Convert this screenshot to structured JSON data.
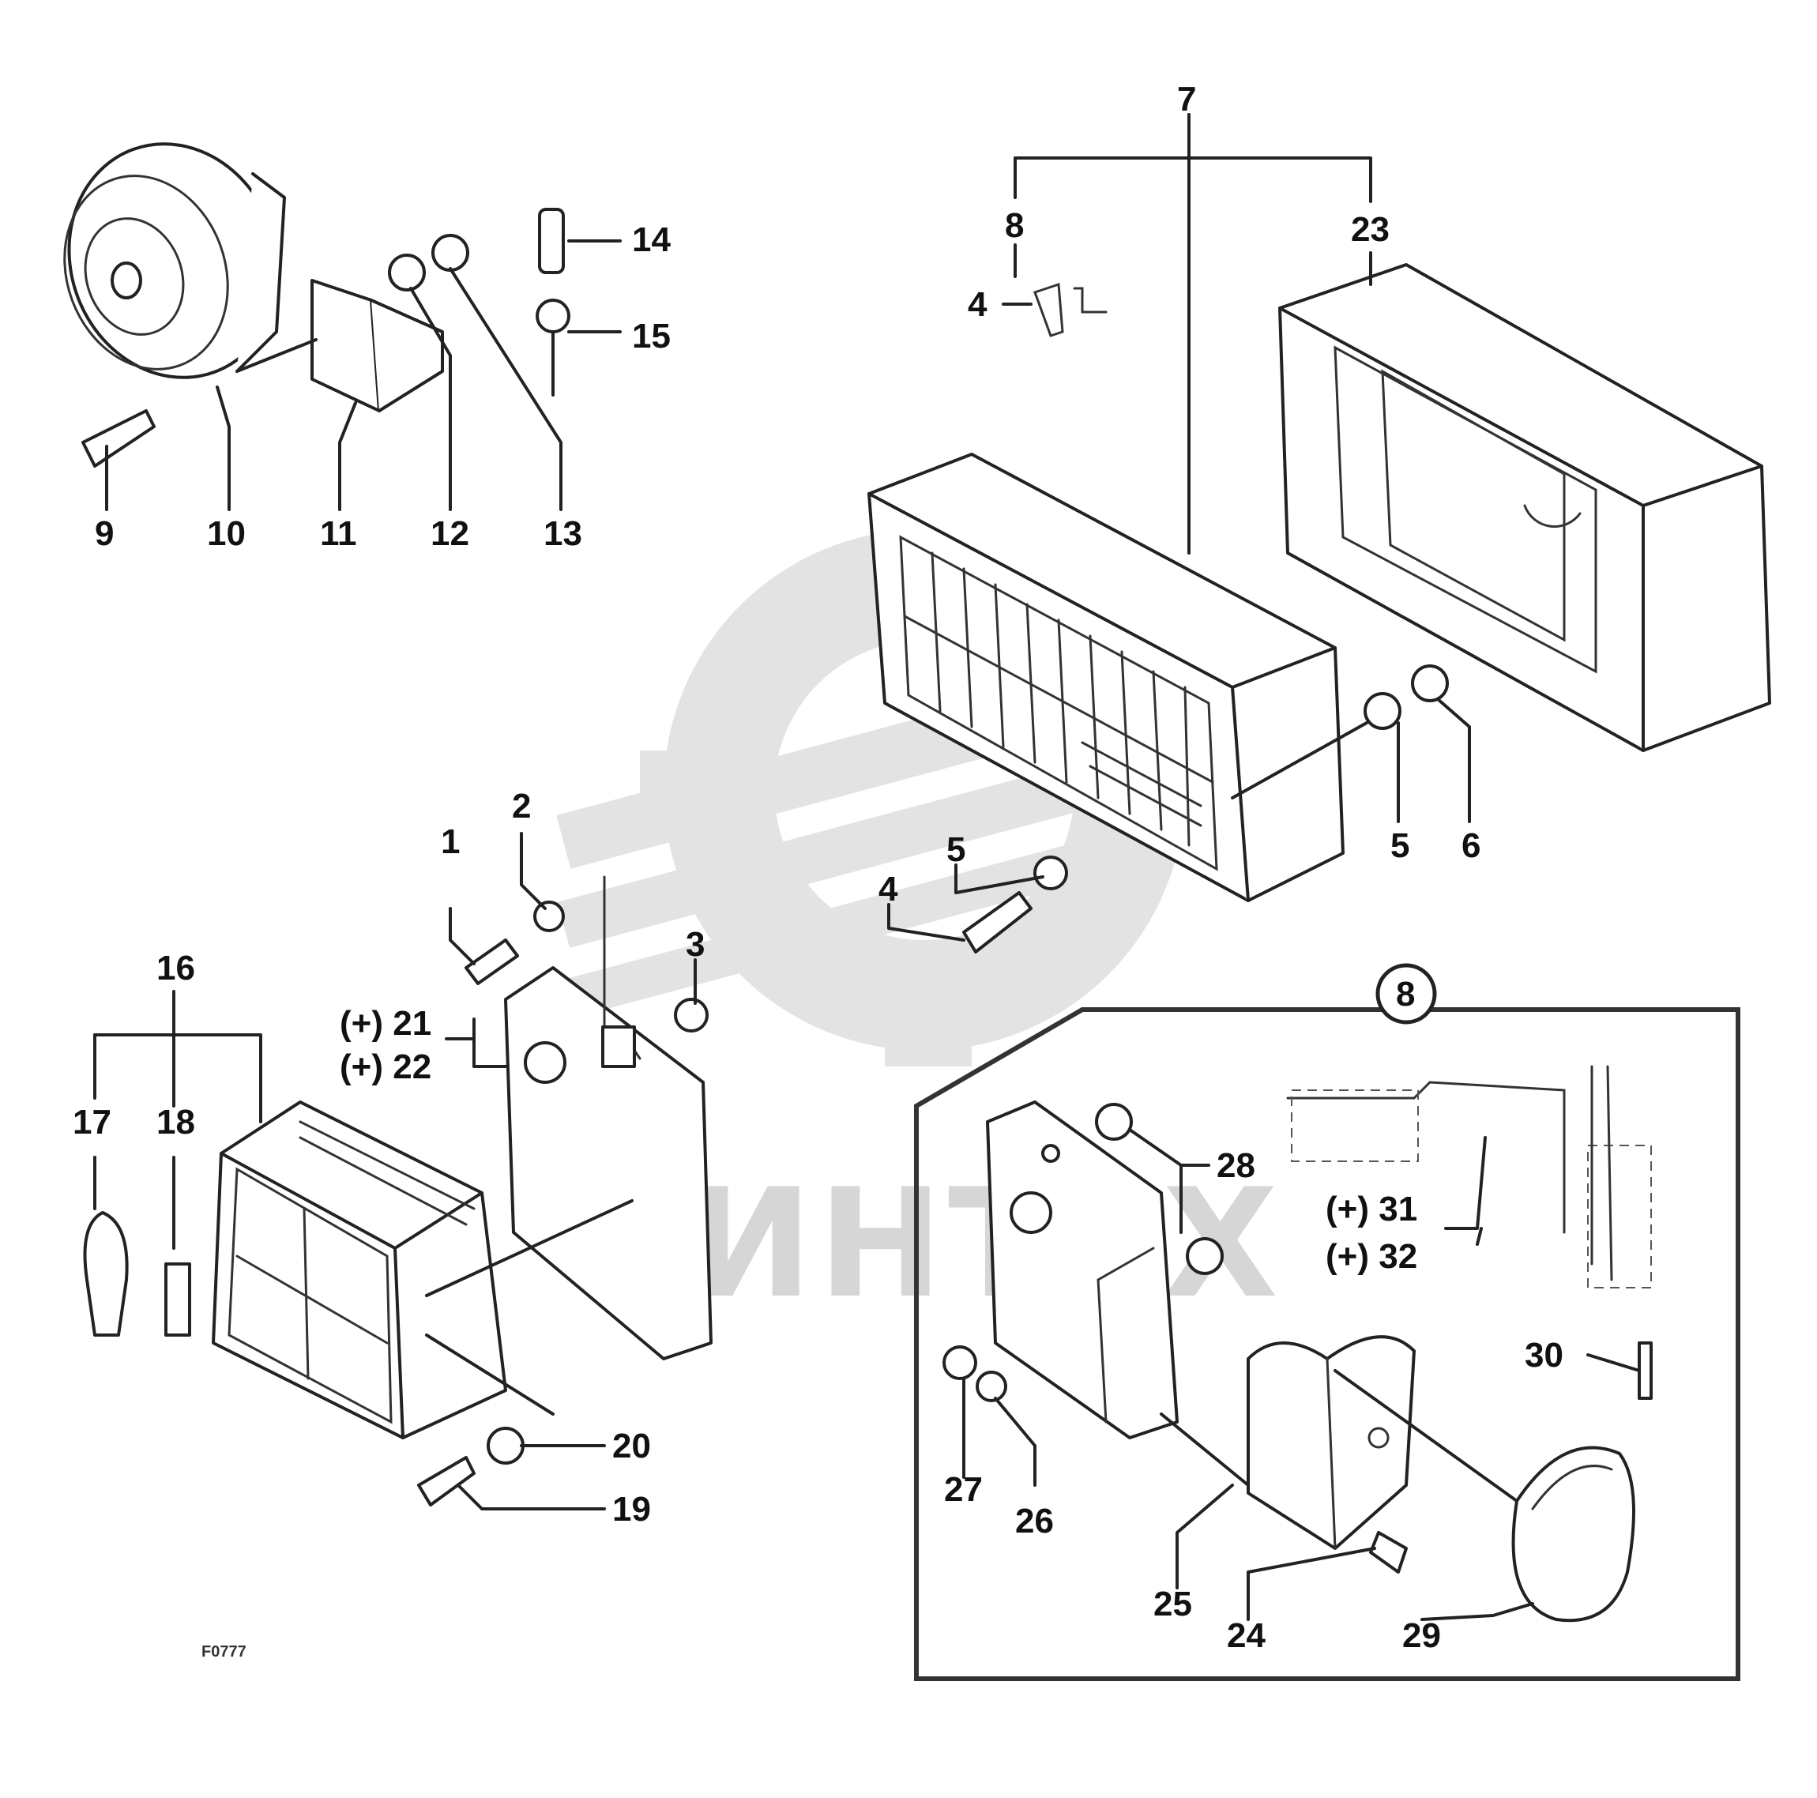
{
  "watermark": {
    "text": "ИНТЕХ"
  },
  "callouts": {
    "c1": "1",
    "c2": "2",
    "c3": "3",
    "c4a": "4",
    "c4b": "4",
    "c5a": "5",
    "c5b": "5",
    "c6": "6",
    "c7": "7",
    "c8": "8",
    "c9": "9",
    "c10": "10",
    "c11": "11",
    "c12": "12",
    "c13": "13",
    "c14": "14",
    "c15": "15",
    "c16": "16",
    "c17": "17",
    "c18": "18",
    "c19": "19",
    "c20": "20",
    "c21": "(+) 21",
    "c22": "(+) 22",
    "c23": "23",
    "c24": "24",
    "c25": "25",
    "c26": "26",
    "c27": "27",
    "c28": "28",
    "c29": "29",
    "c30": "30",
    "c31": "(+) 31",
    "c32": "(+) 32"
  },
  "detail": {
    "marker": "8"
  },
  "figure": {
    "id": "F0777"
  },
  "colors": {
    "line": "#222222",
    "watermark": "#d6d6d6",
    "background": "#ffffff"
  }
}
